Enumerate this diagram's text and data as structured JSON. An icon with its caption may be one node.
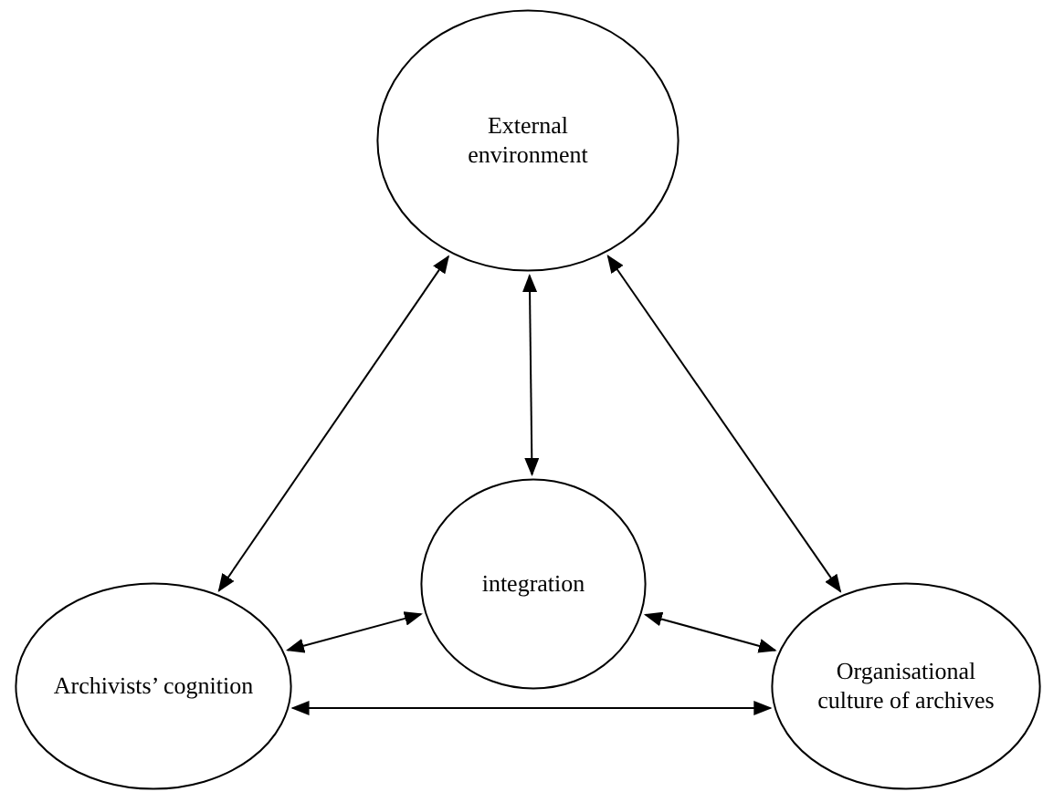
{
  "diagram": {
    "nodes": [
      {
        "text": [
          "External environment"
        ]
      },
      {
        "text": [
          "integration"
        ]
      },
      {
        "text": [
          "Archivists’ cognition"
        ]
      },
      {
        "text": [
          "Organisational culture of archives"
        ]
      }
    ],
    "edges": [
      {
        "from": 0,
        "to": 1,
        "arrow": "both"
      },
      {
        "from": 0,
        "to": 2,
        "arrow": "both"
      },
      {
        "from": 0,
        "to": 3,
        "arrow": "both"
      },
      {
        "from": 1,
        "to": 2,
        "arrow": "both"
      },
      {
        "from": 1,
        "to": 3,
        "arrow": "both"
      },
      {
        "from": 2,
        "to": 3,
        "arrow": "both"
      }
    ]
  }
}
